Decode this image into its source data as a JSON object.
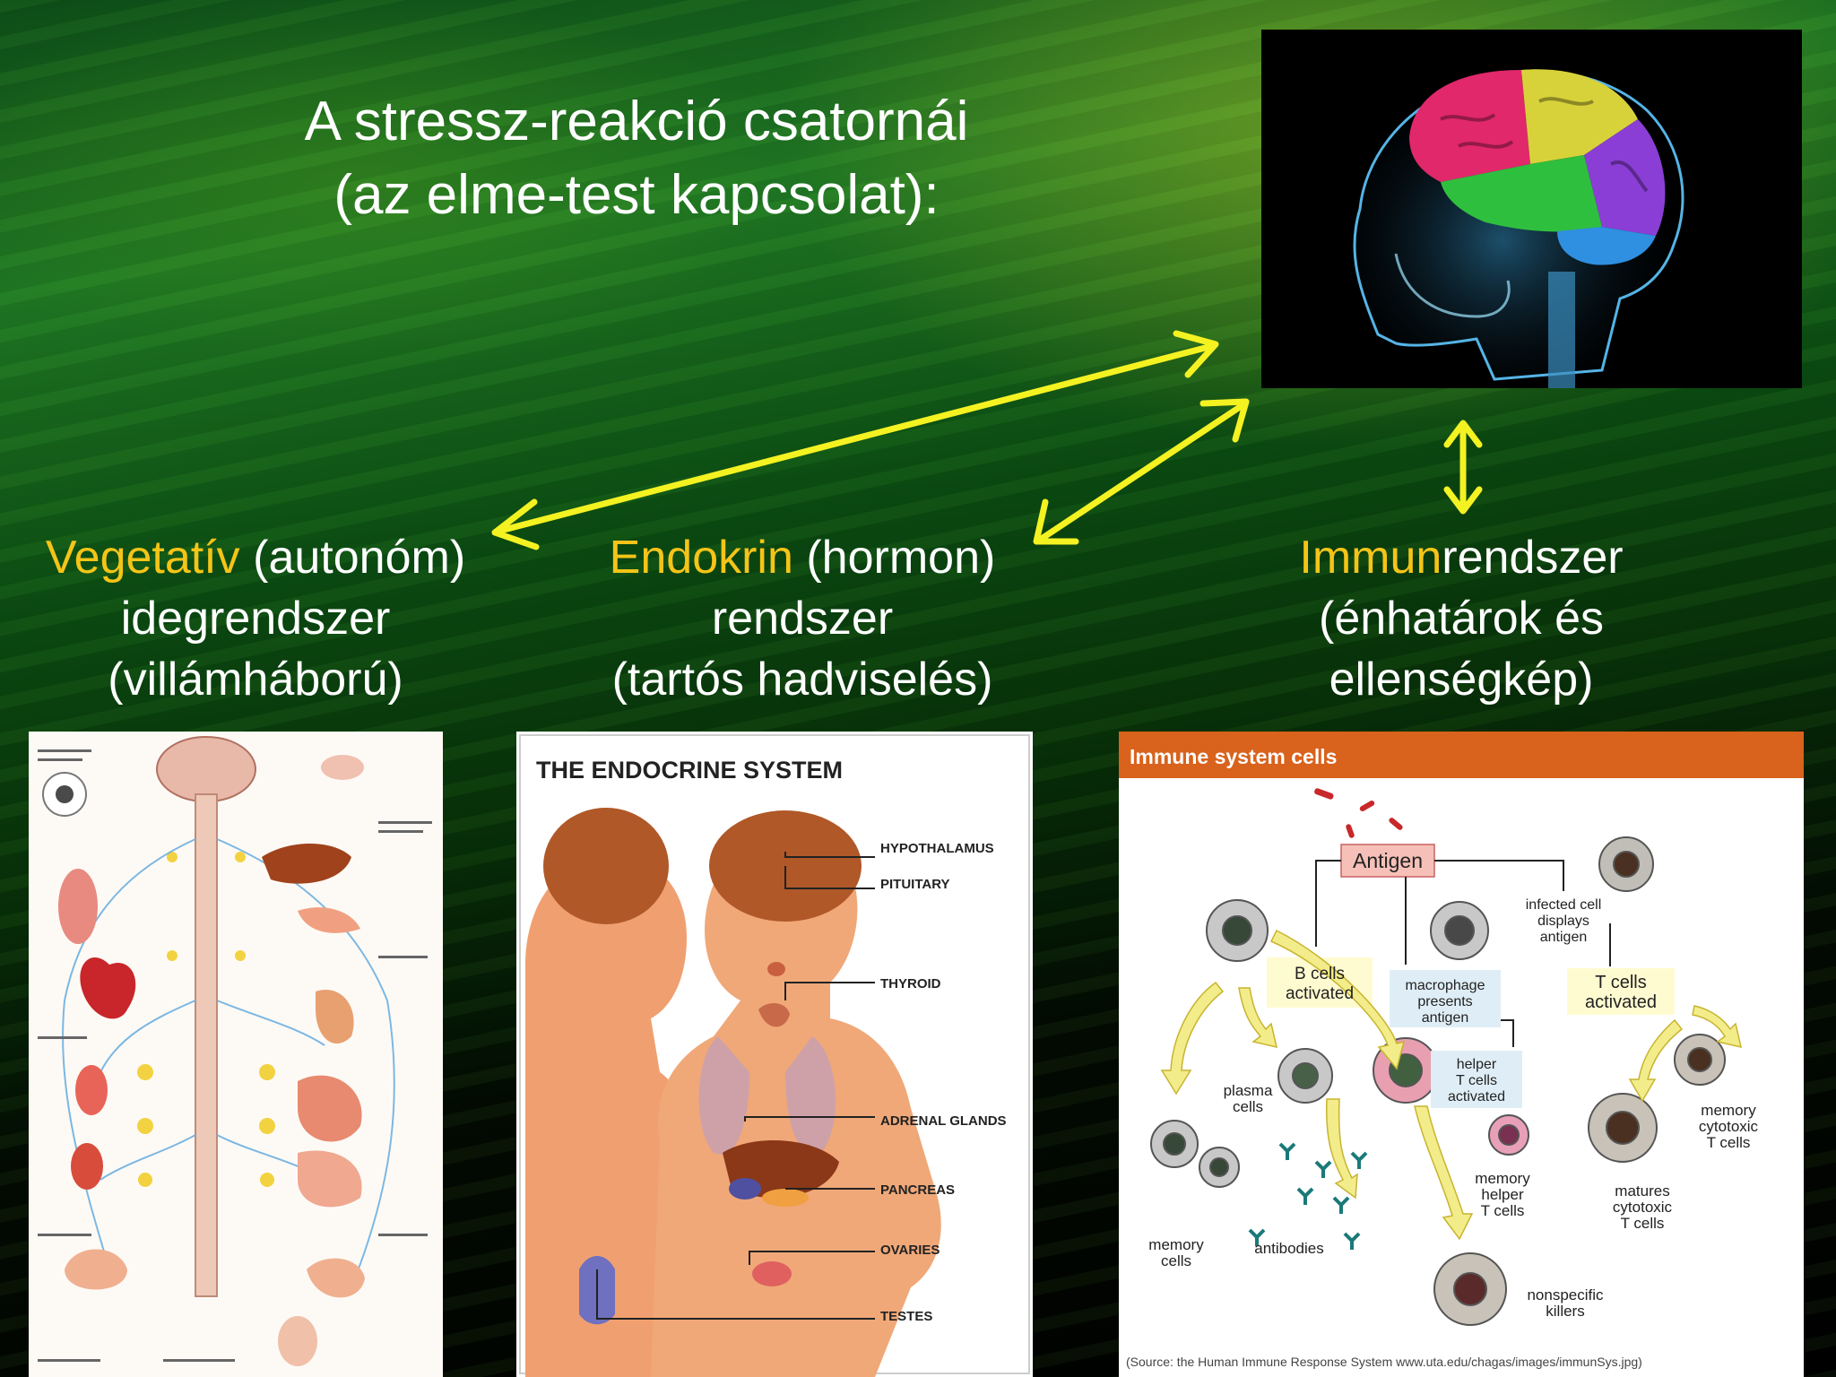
{
  "slide": {
    "title_line1": "A stressz-reakció csatornái",
    "title_line2": "(az elme-test kapcsolat):"
  },
  "channels": [
    {
      "highlight": "Vegetatív",
      "line1_rest": " (autonóm)",
      "line2": "idegrendszer",
      "line3": "(villámháború)"
    },
    {
      "highlight": "Endokrin",
      "line1_rest": " (hormon)",
      "line2": "rendszer",
      "line3": "(tartós hadviselés)"
    },
    {
      "highlight": "Immun",
      "line1_rest": "rendszer",
      "line2": "(énhatárok és",
      "line3": "ellenségkép)"
    }
  ],
  "endocrine_panel": {
    "title": "THE ENDOCRINE SYSTEM",
    "labels": [
      "HYPOTHALAMUS",
      "PITUITARY",
      "THYROID",
      "ADRENAL GLANDS",
      "PANCREAS",
      "OVARIES",
      "TESTES"
    ]
  },
  "immune_panel": {
    "title": "Immune system cells",
    "antigen": "Antigen",
    "b_cells_1": "B cells",
    "b_cells_2": "activated",
    "macrophage_1": "macrophage",
    "macrophage_2": "presents",
    "macrophage_3": "antigen",
    "infected_1": "infected cell",
    "infected_2": "displays",
    "infected_3": "antigen",
    "tcells_1": "T cells",
    "tcells_2": "activated",
    "helper_1": "helper",
    "helper_2": "T cells",
    "helper_3": "activated",
    "plasma_1": "plasma",
    "plasma_2": "cells",
    "mem_cyto_1": "memory",
    "mem_cyto_2": "cytotoxic",
    "mem_cyto_3": "T cells",
    "mem_helper_1": "memory",
    "mem_helper_2": "helper",
    "mem_helper_3": "T cells",
    "matures_1": "matures",
    "matures_2": "cytotoxic",
    "matures_3": "T cells",
    "memory_cells_1": "memory",
    "memory_cells_2": "cells",
    "antibodies": "antibodies",
    "nonspecific_1": "nonspecific",
    "nonspecific_2": "killers",
    "source": "(Source: the Human Immune Response System www.uta.edu/chagas/images/immunSys.jpg)"
  },
  "colors": {
    "arrow": "#f5f222",
    "highlight": "#f5c418",
    "immune_header": "#d9621c"
  }
}
